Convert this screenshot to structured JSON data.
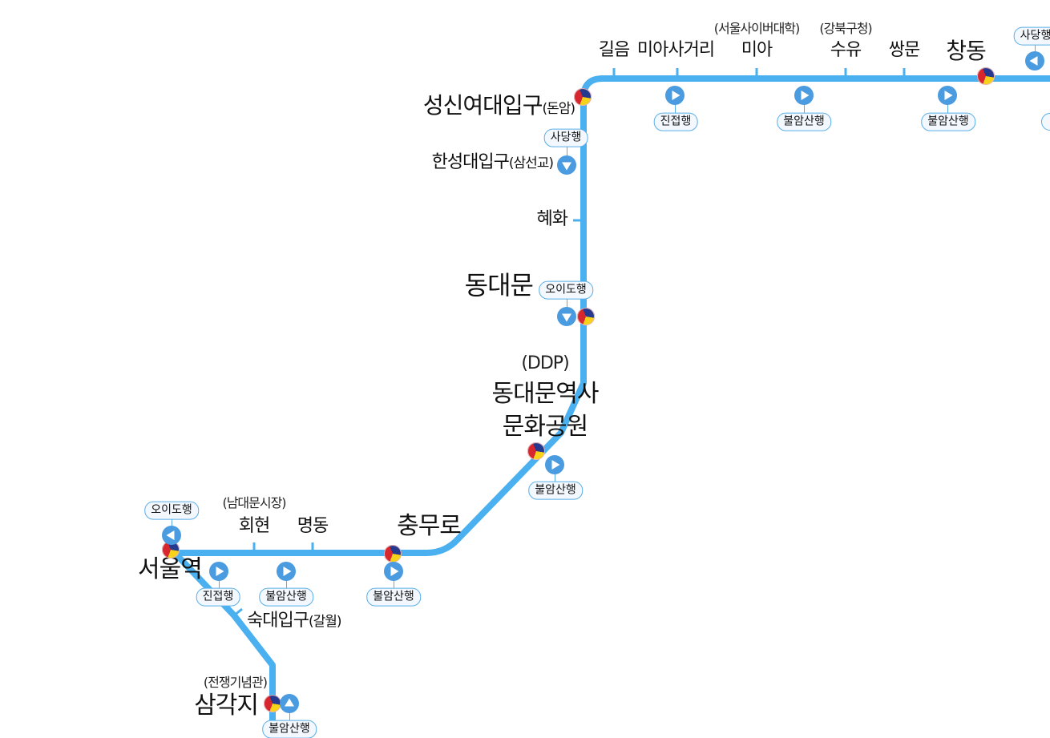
{
  "line": {
    "color": "#4ab0ef",
    "transfer_colors": [
      "#d8262e",
      "#253a8e",
      "#f6d21b"
    ],
    "train_color": "#4a9be0"
  },
  "stations": [
    {
      "name": "길음"
    },
    {
      "name": "미아사거리"
    },
    {
      "name": "미아",
      "sub": "(서울사이버대학)"
    },
    {
      "name": "수유",
      "sub": "(강북구청)"
    },
    {
      "name": "쌍문"
    },
    {
      "name": "창동"
    },
    {
      "name": "성신여대입구",
      "suffix": "(돈암)"
    },
    {
      "name": "한성대입구",
      "suffix": "(삼선교)"
    },
    {
      "name": "혜화"
    },
    {
      "name": "동대문"
    },
    {
      "name_line1": "동대문역사",
      "name_line2": "문화공원",
      "sub": "(DDP)"
    },
    {
      "name": "충무로"
    },
    {
      "name": "명동"
    },
    {
      "name": "회현",
      "sub": "(남대문시장)"
    },
    {
      "name": "서울역"
    },
    {
      "name": "숙대입구",
      "suffix": "(갈월)"
    },
    {
      "name": "삼각지",
      "sub": "(전쟁기념관)"
    }
  ],
  "trains": [
    {
      "direction": "right",
      "destination": "진접행"
    },
    {
      "direction": "right",
      "destination": "불암산행"
    },
    {
      "direction": "right",
      "destination": "불암산행"
    },
    {
      "direction": "left",
      "destination": "사당행"
    },
    {
      "direction": "down",
      "destination": "사당행"
    },
    {
      "direction": "down",
      "destination": "오이도행"
    },
    {
      "direction": "right",
      "destination": "불암산행"
    },
    {
      "direction": "left",
      "destination": "오이도행"
    },
    {
      "direction": "right",
      "destination": "진접행"
    },
    {
      "direction": "right",
      "destination": "불암산행"
    },
    {
      "direction": "right",
      "destination": "불암산행"
    },
    {
      "direction": "up",
      "destination": "불암산행"
    }
  ]
}
